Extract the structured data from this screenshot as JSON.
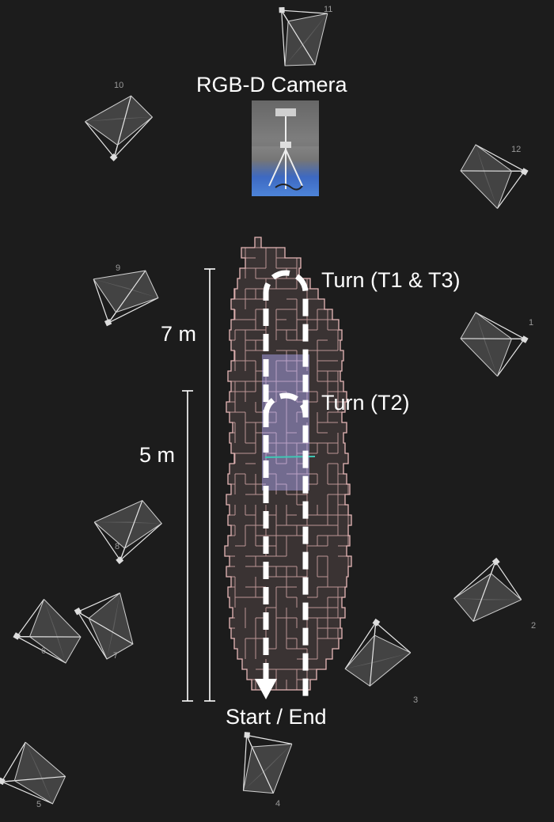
{
  "labels": {
    "camera": "RGB-D Camera",
    "turn_t1_t3": "Turn (T1 & T3)",
    "turn_t2": "Turn (T2)",
    "dist_7": "7 m",
    "dist_5": "5 m",
    "start_end": "Start / End"
  },
  "camera_numbers": [
    "1",
    "2",
    "3",
    "4",
    "5",
    "6",
    "7",
    "8",
    "9",
    "10",
    "11",
    "12"
  ],
  "colors": {
    "background": "#1c1c1c",
    "grid_outline": "#e8b8b8",
    "grid_fill": "#3a3333",
    "highlight": "#b8b0ff",
    "path": "#ffffff"
  }
}
